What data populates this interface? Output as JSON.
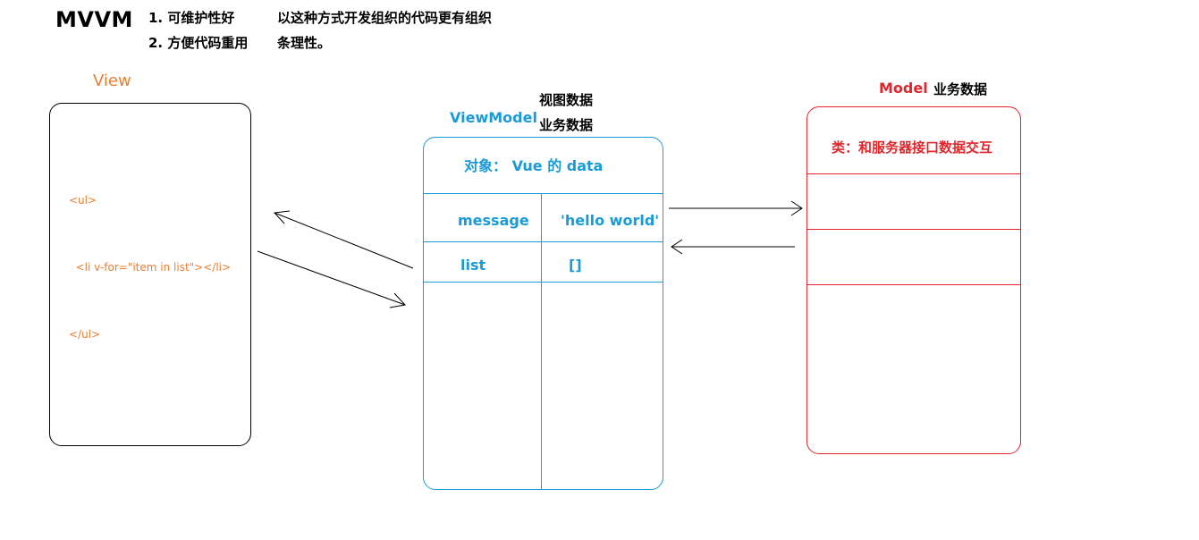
{
  "header": {
    "title": "MVVM",
    "points": [
      "1. 可维护性好",
      "2. 方便代码重用"
    ],
    "note_line1": "以这种方式开发组织的代码更有组织",
    "note_line2": "条理性。"
  },
  "view": {
    "label": "View",
    "code_lines": [
      "<ul>",
      "  <li v-for=\"item in list\"></li>",
      "</ul>"
    ]
  },
  "viewmodel": {
    "label": "ViewModel",
    "note_line1": "视图数据",
    "note_line2": "业务数据",
    "header": "对象： Vue 的 data",
    "rows": [
      {
        "key": "message",
        "value": "'hello world'"
      },
      {
        "key": "list",
        "value": "[]"
      }
    ]
  },
  "model": {
    "label": "Model",
    "note": "业务数据",
    "class_text": "类：和服务器接口数据交互"
  },
  "colors": {
    "view": "#ed7d31",
    "viewmodel": "#1a9bd7",
    "model": "#e0262c"
  }
}
